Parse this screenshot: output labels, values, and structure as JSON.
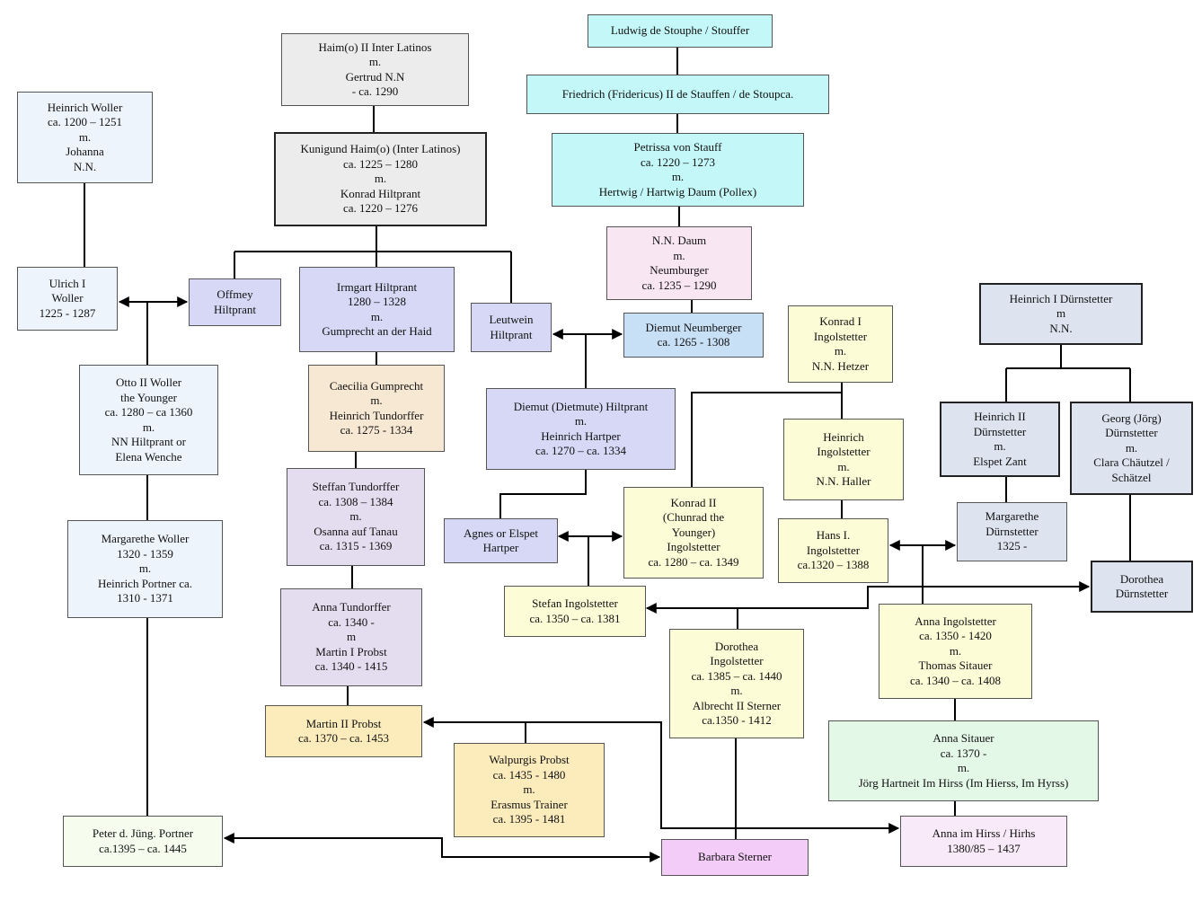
{
  "colors": {
    "blue_pale": "#eef4fc",
    "grey": "#ececec",
    "cyan": "#c4f8f8",
    "pink": "#f8e6f2",
    "lavender": "#d6d8f6",
    "lightblue": "#c8e0f6",
    "yellow": "#fcfcd6",
    "tan": "#f6e8d2",
    "lilac": "#e4ddf0",
    "blue_grey": "#dde4f0",
    "mint": "#e4f8e8",
    "orange": "#fcecbc",
    "magenta": "#f4ccf8",
    "pale_pink": "#f8eaf8",
    "green_pale": "#f6fcee"
  },
  "persons": [
    {
      "id": "heinrich_woller",
      "lines": [
        "Heinrich Woller",
        "ca. 1200 – 1251",
        "m.",
        "Johanna",
        "N.N."
      ]
    },
    {
      "id": "haimo_ii",
      "lines": [
        "Haim(o) II Inter Latinos",
        "m.",
        "Gertrud N.N",
        "- ca. 1290"
      ]
    },
    {
      "id": "ludwig",
      "lines": [
        "Ludwig de Stouphe / Stouffer"
      ]
    },
    {
      "id": "friedrich",
      "lines": [
        "Friedrich (Fridericus) II de Stauffen / de Stoupca."
      ]
    },
    {
      "id": "kunigund",
      "lines": [
        "Kunigund Haim(o) (Inter Latinos)",
        "ca. 1225 – 1280",
        "m.",
        "Konrad Hiltprant",
        "ca. 1220 – 1276"
      ]
    },
    {
      "id": "petrissa",
      "lines": [
        "Petrissa von Stauff",
        "ca. 1220 – 1273",
        "m.",
        "Hertwig / Hartwig Daum (Pollex)"
      ]
    },
    {
      "id": "nn_daum",
      "lines": [
        "N.N. Daum",
        "m.",
        "Neumburger",
        "ca. 1235 – 1290"
      ]
    },
    {
      "id": "ulrich",
      "lines": [
        "Ulrich I",
        "Woller",
        "1225 - 1287"
      ]
    },
    {
      "id": "offmey",
      "lines": [
        "Offmey",
        "Hiltprant"
      ]
    },
    {
      "id": "irmgart",
      "lines": [
        "Irmgart Hiltprant",
        "1280 – 1328",
        "m.",
        "Gumprecht an der Haid"
      ]
    },
    {
      "id": "leutwein",
      "lines": [
        "Leutwein",
        "Hiltprant"
      ]
    },
    {
      "id": "diemut_neumberger",
      "lines": [
        "Diemut Neumberger",
        "ca. 1265 - 1308"
      ]
    },
    {
      "id": "konrad_i",
      "lines": [
        "Konrad I",
        "Ingolstetter",
        "m.",
        "N.N. Hetzer"
      ]
    },
    {
      "id": "heinrich_i_d",
      "lines": [
        "Heinrich I Dürnstetter",
        "m",
        "N.N."
      ]
    },
    {
      "id": "otto_ii",
      "lines": [
        "Otto II Woller",
        "the Younger",
        "ca. 1280 – ca 1360",
        "m.",
        "NN Hiltprant or",
        "Elena Wenche"
      ]
    },
    {
      "id": "caecilia",
      "lines": [
        "Caecilia Gumprecht",
        "m.",
        "Heinrich Tundorffer",
        "ca. 1275 - 1334"
      ]
    },
    {
      "id": "diemut_h",
      "lines": [
        "Diemut (Dietmute) Hiltprant",
        "m.",
        "Heinrich Hartper",
        "ca. 1270 – ca. 1334"
      ]
    },
    {
      "id": "heinrich_ii_d",
      "lines": [
        "Heinrich II",
        "Dürnstetter",
        "m.",
        "Elspet Zant"
      ]
    },
    {
      "id": "georg",
      "lines": [
        "Georg (Jörg)",
        "Dürnstetter",
        "m.",
        "Clara Chäutzel /",
        "Schätzel"
      ]
    },
    {
      "id": "heinrich_ing",
      "lines": [
        "Heinrich",
        "Ingolstetter",
        "m.",
        "N.N. Haller"
      ]
    },
    {
      "id": "steffan_t",
      "lines": [
        "Steffan Tundorffer",
        "ca. 1308 – 1384",
        "m.",
        "Osanna auf Tanau",
        "ca. 1315 - 1369"
      ]
    },
    {
      "id": "konrad_ii",
      "lines": [
        "Konrad II",
        "(Chunrad the",
        "Younger)",
        "Ingolstetter",
        "ca. 1280 – ca. 1349"
      ]
    },
    {
      "id": "agnes",
      "lines": [
        "Agnes or Elspet",
        "Hartper"
      ]
    },
    {
      "id": "hans_i",
      "lines": [
        "Hans I.",
        "Ingolstetter",
        "ca.1320 – 1388"
      ]
    },
    {
      "id": "margarethe_d",
      "lines": [
        "Margarethe",
        "Dürnstetter",
        "1325 -"
      ]
    },
    {
      "id": "margarethe_w",
      "lines": [
        "Margarethe Woller",
        "1320 - 1359",
        "m.",
        "Heinrich Portner ca.",
        "1310 - 1371"
      ]
    },
    {
      "id": "dorothea_d",
      "lines": [
        "Dorothea",
        "Dürnstetter"
      ]
    },
    {
      "id": "stefan_ing",
      "lines": [
        "Stefan Ingolstetter",
        "ca. 1350 – ca. 1381"
      ]
    },
    {
      "id": "anna_t",
      "lines": [
        "Anna Tundorffer",
        "ca. 1340 -",
        "m",
        "Martin I Probst",
        "ca. 1340 - 1415"
      ]
    },
    {
      "id": "dorothea_ing",
      "lines": [
        "Dorothea",
        "Ingolstetter",
        "ca. 1385 – ca. 1440",
        "m.",
        "Albrecht II Sterner",
        "ca.1350 - 1412"
      ]
    },
    {
      "id": "anna_ing",
      "lines": [
        "Anna Ingolstetter",
        "ca. 1350 - 1420",
        "m.",
        "Thomas Sitauer",
        "ca. 1340 – ca. 1408"
      ]
    },
    {
      "id": "martin_ii",
      "lines": [
        "Martin II Probst",
        "ca. 1370 – ca. 1453"
      ]
    },
    {
      "id": "anna_s",
      "lines": [
        "Anna Sitauer",
        "ca. 1370 -",
        "m.",
        "Jörg Hartneit Im Hirss (Im Hierss, Im Hyrss)"
      ]
    },
    {
      "id": "walpurgis",
      "lines": [
        "Walpurgis Probst",
        "ca. 1435 - 1480",
        "m.",
        "Erasmus Trainer",
        "ca. 1395 - 1481"
      ]
    },
    {
      "id": "peter",
      "lines": [
        "Peter d. Jüng. Portner",
        "ca.1395 – ca. 1445"
      ]
    },
    {
      "id": "anna_hirss",
      "lines": [
        "Anna im Hirss / Hirhs",
        "1380/85 – 1437"
      ]
    },
    {
      "id": "barbara",
      "lines": [
        "Barbara Sterner"
      ]
    }
  ]
}
